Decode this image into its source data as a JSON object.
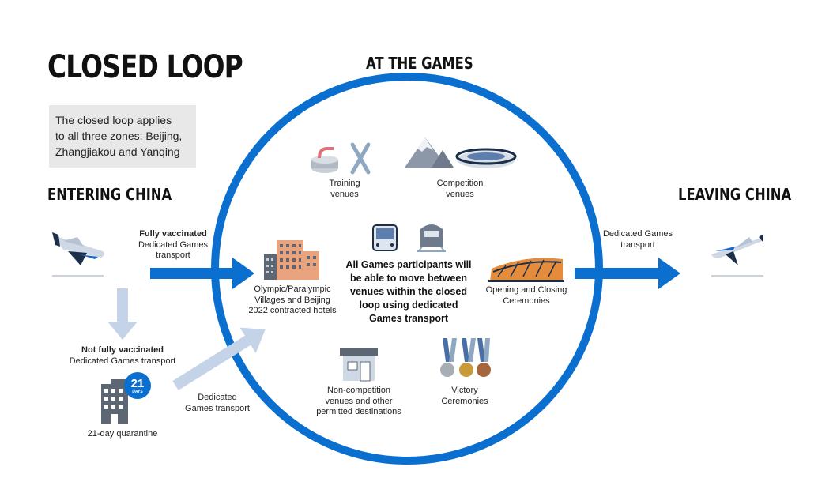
{
  "title": "CLOSED LOOP",
  "headings": {
    "at_the_games": "AT THE GAMES",
    "entering": "ENTERING CHINA",
    "leaving": "LEAVING CHINA"
  },
  "info_box": {
    "lines": [
      "The closed loop applies",
      "to all three zones: Beijing,",
      "Zhangjiakou and Yanqing"
    ]
  },
  "entering": {
    "vaccinated_bold": "Fully vaccinated",
    "vaccinated_lines": [
      "Dedicated Games",
      "transport"
    ],
    "not_vaccinated_bold": "Not fully vaccinated",
    "not_vaccinated_line": "Dedicated Games transport",
    "quarantine_badge_number": "21",
    "quarantine_badge_unit": "DAYS",
    "quarantine_label": "21-day quarantine",
    "dedicated_lines": [
      "Dedicated",
      "Games transport"
    ]
  },
  "leaving": {
    "transport_lines": [
      "Dedicated Games",
      "transport"
    ]
  },
  "loop": {
    "training_lines": [
      "Training",
      "venues"
    ],
    "competition_lines": [
      "Competition",
      "venues"
    ],
    "villages_lines": [
      "Olympic/Paralympic",
      "Villages and Beijing",
      "2022 contracted hotels"
    ],
    "center_lines": [
      "All Games participants will",
      "be able to move between",
      "venues within the closed",
      "loop using dedicated",
      "Games transport"
    ],
    "ceremonies_lines": [
      "Opening and Closing",
      "Ceremonies"
    ],
    "noncomp_lines": [
      "Non-competition",
      "venues and other",
      "permitted destinations"
    ],
    "victory_lines": [
      "Victory",
      "Ceremonies"
    ]
  },
  "colors": {
    "loop_blue": "#0a6fce",
    "light_blue": "#c5d3e8",
    "grey_box": "#e8e8e8",
    "building_grey": "#5d6673",
    "hotel_orange": "#e9a37f"
  }
}
